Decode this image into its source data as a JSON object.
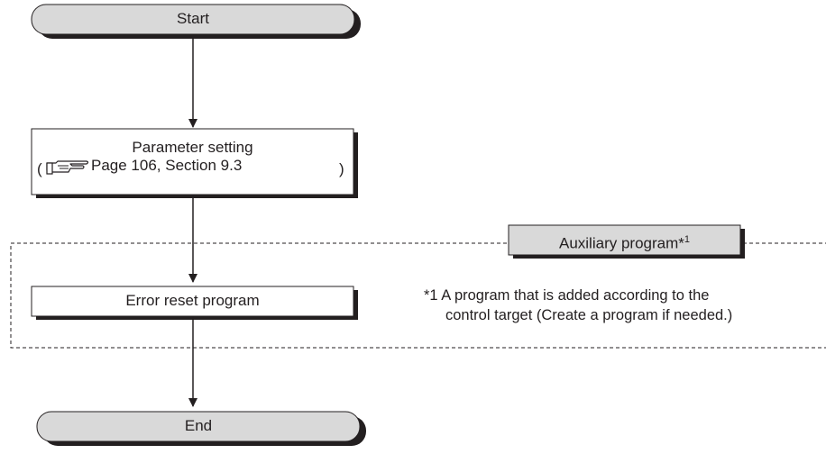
{
  "flowchart": {
    "start": {
      "label": "Start"
    },
    "parameter_setting": {
      "title": "Parameter setting",
      "open_paren": "(",
      "reference": "Page 106, Section 9.3",
      "close_paren": ")"
    },
    "auxiliary_group": {
      "label": "Auxiliary program*1"
    },
    "error_reset": {
      "label": "Error reset program"
    },
    "footnote": {
      "line1": "*1 A program that is added according to the",
      "line2": "control target (Create a program if needed.)"
    },
    "end": {
      "label": "End"
    }
  },
  "colors": {
    "terminal_fill": "#d9d9d9",
    "shadow": "#231f20",
    "stroke": "#231f20",
    "box_fill": "#ffffff"
  }
}
